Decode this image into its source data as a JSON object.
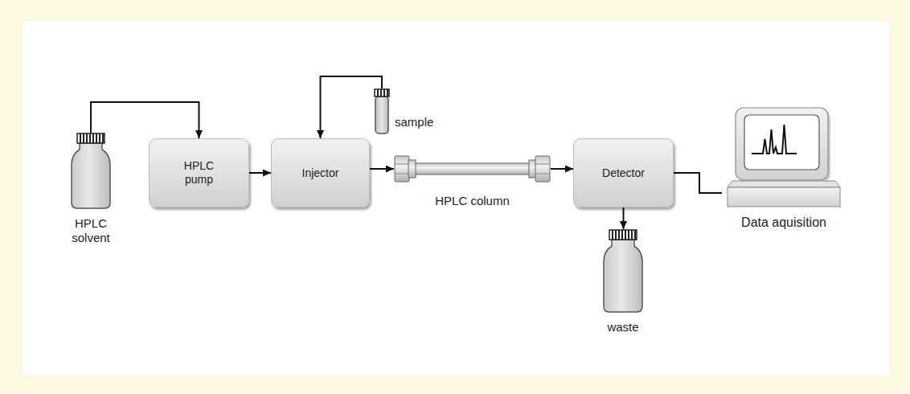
{
  "diagram": {
    "nodes": [
      {
        "text": [
          "HPLC solvent"
        ]
      },
      {
        "text": [
          "HPLC pump"
        ]
      },
      {
        "text": [
          "Injector"
        ]
      },
      {
        "text": [
          "sample"
        ]
      },
      {
        "text": [
          "HPLC column"
        ]
      },
      {
        "text": [
          "Detector"
        ]
      },
      {
        "text": [
          "waste"
        ]
      },
      {
        "text": [
          "Data aquisition"
        ]
      }
    ],
    "edges": [
      {
        "from": 0,
        "to": 1,
        "arrow": "to"
      },
      {
        "from": 1,
        "to": 2,
        "arrow": "to"
      },
      {
        "from": 3,
        "to": 2,
        "arrow": "to"
      },
      {
        "from": 2,
        "to": 4,
        "arrow": "to"
      },
      {
        "from": 4,
        "to": 5,
        "arrow": "to"
      },
      {
        "from": 5,
        "to": 6,
        "arrow": "to"
      },
      {
        "from": 5,
        "to": 7,
        "arrow": "none"
      }
    ]
  }
}
